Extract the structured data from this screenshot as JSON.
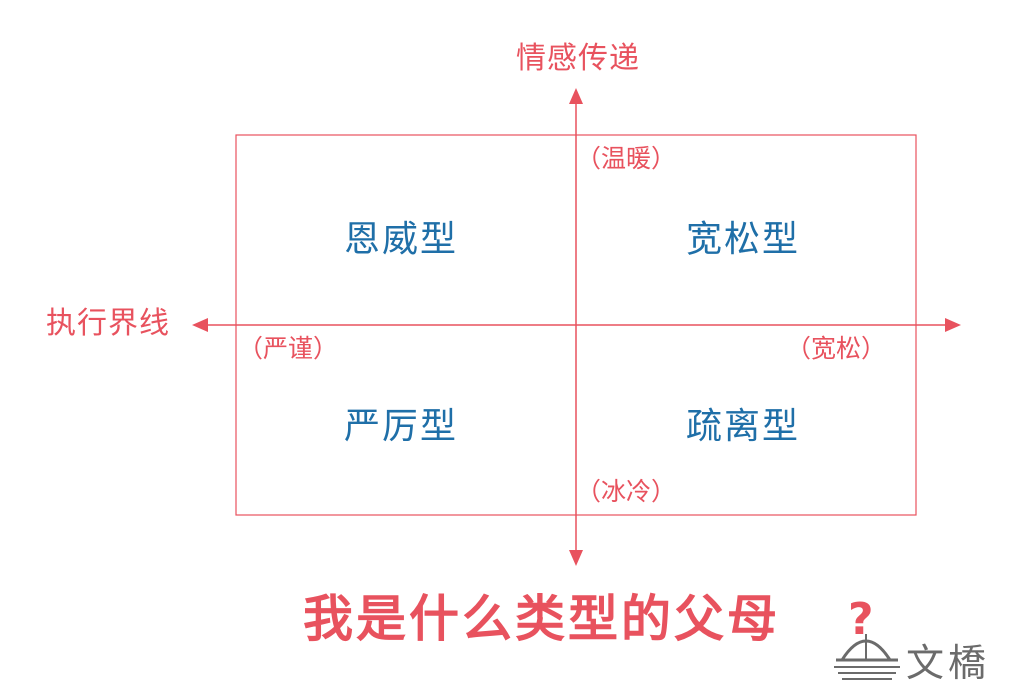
{
  "colors": {
    "axis": "#e8525e",
    "box": "#e8525e",
    "quadrant_text": "#1f6fa8",
    "logo": "#6b6b6b"
  },
  "axes": {
    "vertical_top": "情感传递",
    "horizontal_left": "执行界线"
  },
  "pole_labels": {
    "top": "（温暖）",
    "left": "（严谨）",
    "right": "（宽松）",
    "bottom": "（冰冷）"
  },
  "quadrants": {
    "top_left": "恩威型",
    "top_right": "宽松型",
    "bottom_left": "严厉型",
    "bottom_right": "疏离型"
  },
  "title": "我是什么类型的父母",
  "title_mark": "?",
  "logo": {
    "icon": "bridge-icon",
    "text": "文橋"
  }
}
